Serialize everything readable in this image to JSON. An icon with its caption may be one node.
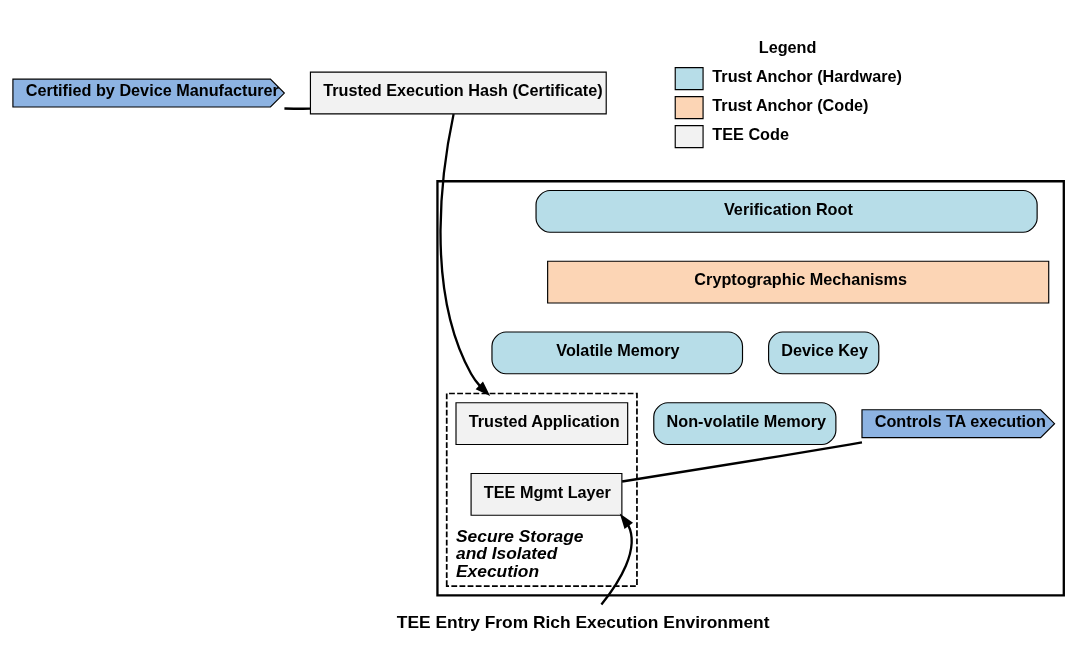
{
  "diagram": {
    "nodes": [
      {
        "text": [],
        "shape": "box"
      },
      {
        "text": [
          "Secure Storage and Isolated Execution"
        ],
        "in": 0
      },
      {
        "text": [
          "Certified by Device Manufacturer"
        ]
      },
      {
        "text": [
          "Trusted Execution Hash (Certificate)"
        ]
      },
      {
        "text": [
          "Verification Root"
        ],
        "in": 0
      },
      {
        "text": [
          "Cryptographic Mechanisms"
        ],
        "in": 0
      },
      {
        "text": [
          "Volatile Memory"
        ],
        "in": 0
      },
      {
        "text": [
          "Device Key"
        ],
        "in": 0
      },
      {
        "text": [
          "Trusted Application"
        ],
        "in": 1
      },
      {
        "text": [
          "Non-volatile Memory"
        ],
        "in": 0
      },
      {
        "text": [
          "Controls TA execution"
        ],
        "in": 0
      },
      {
        "text": [
          "TEE Mgmt Layer"
        ],
        "in": 1
      },
      {
        "text": [
          "TEE Entry From Rich Execution Environment"
        ]
      }
    ],
    "edges": [
      {
        "from": 2,
        "to": 3,
        "arrow": "none"
      },
      {
        "from": 3,
        "to": 1,
        "arrow": "to"
      },
      {
        "from": 10,
        "to": 11,
        "arrow": "none"
      },
      {
        "from": 12,
        "to": 11,
        "arrow": "to"
      }
    ],
    "labels": [
      "Legend"
    ],
    "legend": [
      {
        "text": "Trust Anchor (Hardware)",
        "color": "#b7dde8"
      },
      {
        "text": "Trust Anchor (Code)",
        "color": "#fcd5b5"
      },
      {
        "text": "TEE Code",
        "color": "#f2f2f2"
      }
    ]
  }
}
